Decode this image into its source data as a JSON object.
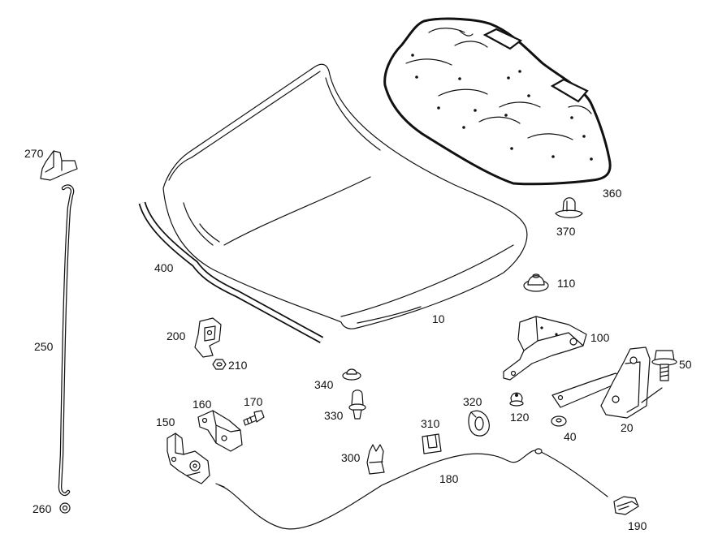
{
  "diagram": {
    "labels": {
      "p10": "10",
      "p20": "20",
      "p40": "40",
      "p50": "50",
      "p100": "100",
      "p110": "110",
      "p120": "120",
      "p150": "150",
      "p160": "160",
      "p170": "170",
      "p180": "180",
      "p190": "190",
      "p200": "200",
      "p210": "210",
      "p250": "250",
      "p260": "260",
      "p270": "270",
      "p300": "300",
      "p310": "310",
      "p320": "320",
      "p330": "330",
      "p340": "340",
      "p360": "360",
      "p370": "370",
      "p400": "400"
    }
  }
}
